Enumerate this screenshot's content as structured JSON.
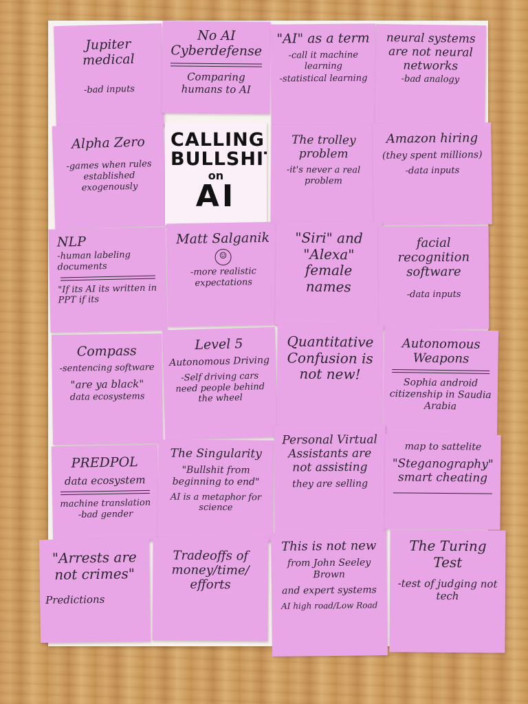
{
  "notes": {
    "jupiter": {
      "title": "Jupiter medical",
      "sub": "-bad inputs"
    },
    "cyber": {
      "title": "No AI Cyberdefense",
      "sub": "Comparing humans to AI"
    },
    "aiterm": {
      "title": "\"AI\" as a term",
      "sub1": "-call it machine learning",
      "sub2": "-statistical learning"
    },
    "neural": {
      "title": "neural systems are not neural networks",
      "sub": "-bad analogy"
    },
    "alpha": {
      "title": "Alpha Zero",
      "sub": "-games when rules established exogenously"
    },
    "calling": {
      "line1": "CALLING",
      "line2": "BULLSHIT",
      "line3": "on",
      "line4": "AI"
    },
    "trolley": {
      "title": "The trolley problem",
      "sub": "-it's never a real problem"
    },
    "amazon": {
      "title": "Amazon hiring",
      "sub1": "(they spent millions)",
      "sub2": "-data inputs"
    },
    "nlp": {
      "title": "NLP",
      "sub1": "-human labeling documents",
      "sub2": "\"If its AI its written in PPT if its"
    },
    "matt": {
      "title": "Matt Salganik",
      "face": "☺",
      "sub": "-more realistic expectations"
    },
    "siri": {
      "title": "\"Siri\" and \"Alexa\" female names"
    },
    "facial": {
      "title": "facial recognition software",
      "sub": "-data inputs"
    },
    "compass": {
      "title": "Compass",
      "sub1": "-sentencing software",
      "sub2": "\"are ya black\"",
      "sub3": "data ecosystems"
    },
    "level5": {
      "title": "Level 5",
      "sub1": "Autonomous Driving",
      "sub2": "-Self driving cars need people behind the wheel"
    },
    "quant": {
      "title": "Quantitative Confusion is not new!"
    },
    "weapons": {
      "title": "Autonomous Weapons",
      "sub": "Sophia android citizenship in Saudia Arabia"
    },
    "predpol": {
      "title": "PREDPOL",
      "sub1": "data ecosystem",
      "sub2": "machine translation",
      "sub3": "-bad gender"
    },
    "singularity": {
      "title": "The Singularity",
      "sub1": "\"Bullshit from beginning to end\"",
      "sub2": "AI is a metaphor for science"
    },
    "assistants": {
      "title": "Personal Virtual Assistants are not assisting",
      "sub": "they are selling"
    },
    "stego": {
      "title": "map to sattelite",
      "sub1": "\"Steganography\"",
      "sub2": "smart cheating"
    },
    "arrests": {
      "title": "\"Arrests are not crimes\"",
      "sub": "Predictions"
    },
    "tradeoffs": {
      "title": "Tradeoffs of money/time/ efforts"
    },
    "notnew": {
      "title": "This is not new",
      "sub1": "from John Seeley Brown",
      "sub2": "and expert systems",
      "sub3": "AI high road/Low Road"
    },
    "turing": {
      "title": "The Turing Test",
      "sub": "-test of judging not tech"
    }
  }
}
